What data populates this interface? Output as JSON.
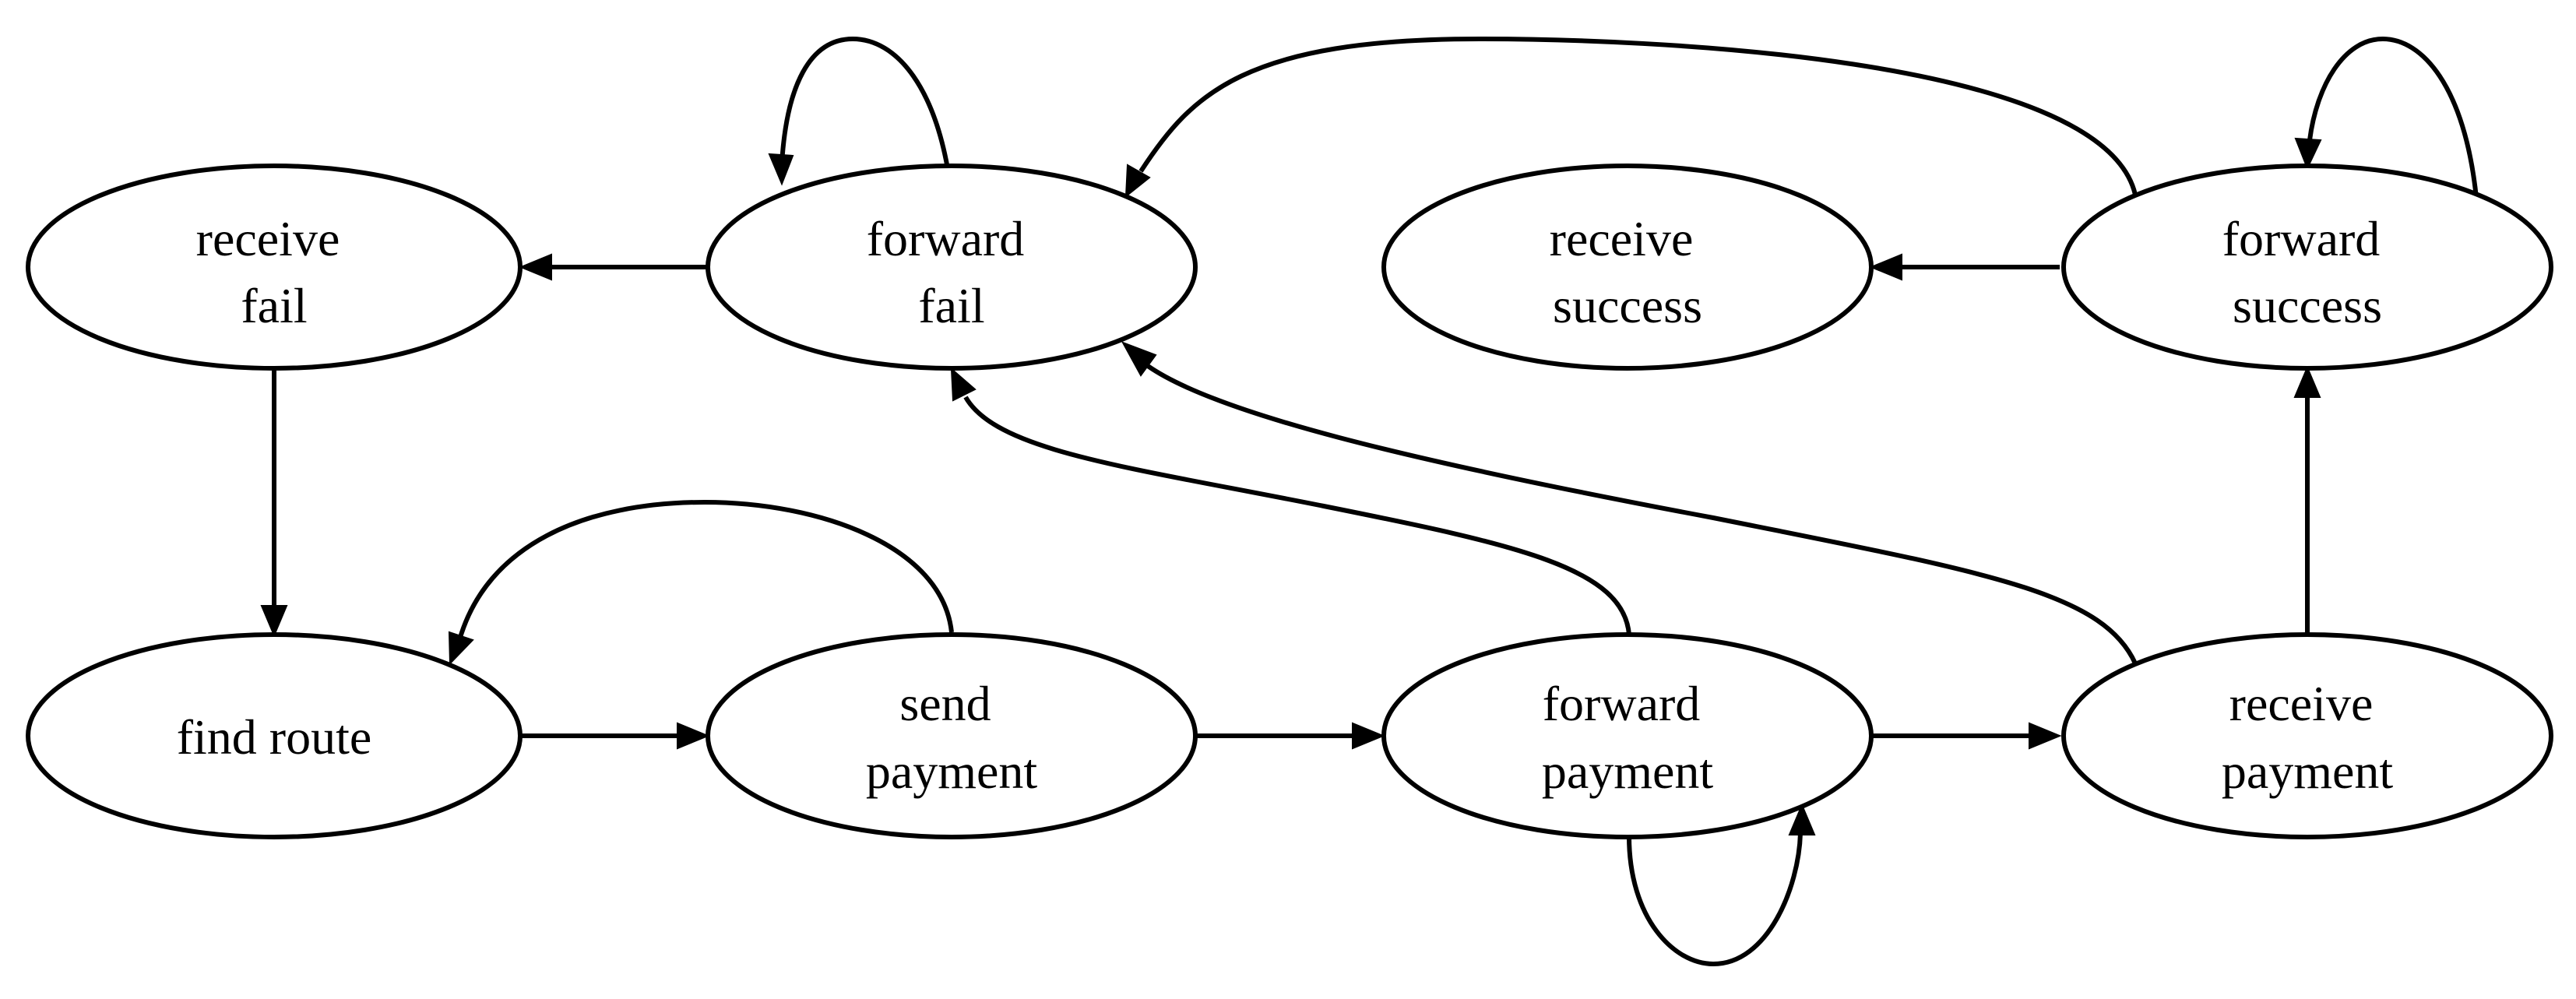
{
  "diagram": {
    "nodes": {
      "receive_fail": [
        "receive",
        "fail"
      ],
      "forward_fail": [
        "forward",
        "fail"
      ],
      "receive_success": [
        "receive",
        "success"
      ],
      "forward_success": [
        "forward",
        "success"
      ],
      "find_route": [
        "find route"
      ],
      "send_payment": [
        "send",
        "payment"
      ],
      "forward_payment": [
        "forward",
        "payment"
      ],
      "receive_payment": [
        "receive",
        "payment"
      ]
    },
    "edges": [
      {
        "from": "forward_fail",
        "to": "forward_fail"
      },
      {
        "from": "forward_fail",
        "to": "receive_fail"
      },
      {
        "from": "receive_fail",
        "to": "find_route"
      },
      {
        "from": "find_route",
        "to": "send_payment"
      },
      {
        "from": "send_payment",
        "to": "find_route"
      },
      {
        "from": "send_payment",
        "to": "forward_payment"
      },
      {
        "from": "forward_payment",
        "to": "forward_payment"
      },
      {
        "from": "forward_payment",
        "to": "receive_payment"
      },
      {
        "from": "forward_payment",
        "to": "forward_fail"
      },
      {
        "from": "receive_payment",
        "to": "forward_fail"
      },
      {
        "from": "receive_payment",
        "to": "forward_success"
      },
      {
        "from": "forward_success",
        "to": "forward_success"
      },
      {
        "from": "forward_success",
        "to": "receive_success"
      },
      {
        "from": "forward_success",
        "to": "forward_fail"
      }
    ],
    "colors": {
      "stroke": "#000000",
      "fill": "#ffffff",
      "text": "#000000"
    }
  }
}
